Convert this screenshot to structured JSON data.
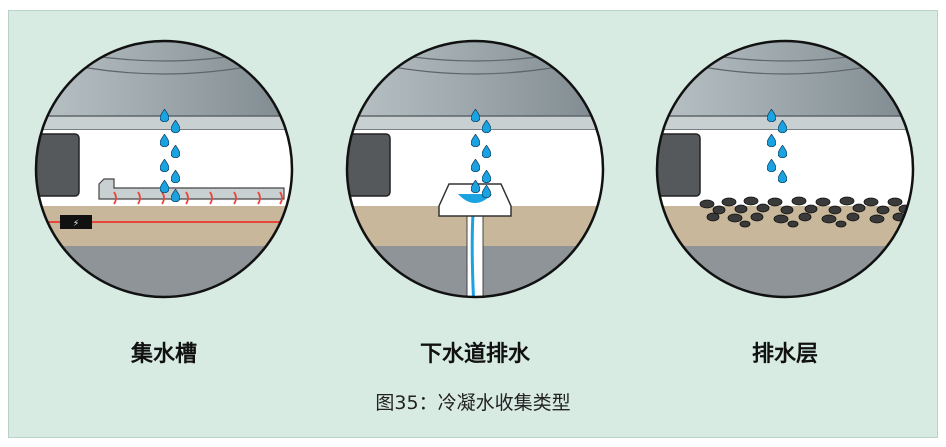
{
  "panels": [
    {
      "label": "集水槽"
    },
    {
      "label": "下水道排水"
    },
    {
      "label": "排水层"
    }
  ],
  "caption": "图35：冷凝水收集类型",
  "colors": {
    "background": "#d7ebe3",
    "ceiling": "#9aa4aa",
    "floor": "#c8b79a",
    "concrete": "#8e9497",
    "water": "#1aa3e0",
    "heater": "#e8453c",
    "gravel": "#2b2b2b"
  }
}
